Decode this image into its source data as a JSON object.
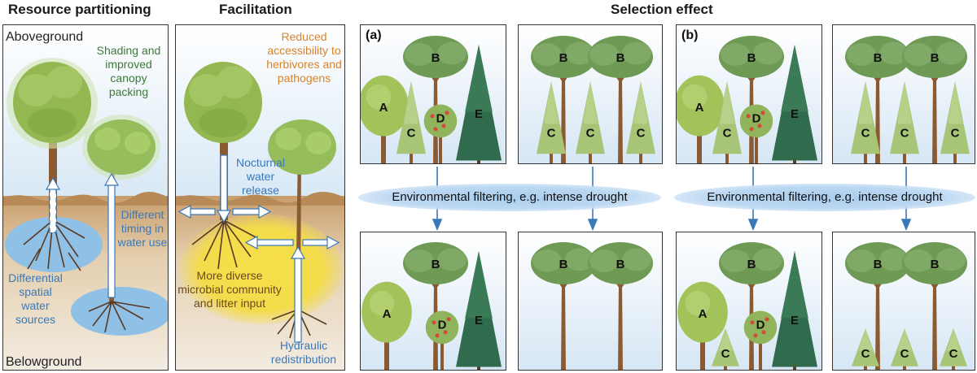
{
  "titles": {
    "resource": "Resource partitioning",
    "facilitation": "Facilitation",
    "selection": "Selection effect"
  },
  "resource_panel": {
    "aboveground": "Aboveground",
    "belowground": "Belowground",
    "shading": "Shading and improved canopy packing",
    "timing": "Different timing in water use",
    "spatial": "Differential spatial water sources"
  },
  "facilitation_panel": {
    "reduced": "Reduced accessibility to herbivores and pathogens",
    "nocturnal": "Nocturnal water release",
    "microbial": "More diverse microbial community and litter input",
    "hydraulic": "Hydraulic redistribution"
  },
  "selection": {
    "panel_a": "(a)",
    "panel_b": "(b)",
    "filter_text": "Environmental filtering, e.g. intense drought",
    "species": [
      "A",
      "B",
      "C",
      "D",
      "E"
    ]
  },
  "colors": {
    "foliage_light": "#93b852",
    "foliage_mid": "#6f9a55",
    "conifer_light": "#a8c476",
    "conifer_dark": "#2f6b4c",
    "soil": "#c9a57d",
    "sky": "#dceaf6",
    "water_blue": "#8fc0e6",
    "yellow_zone": "#f3dc4a"
  }
}
